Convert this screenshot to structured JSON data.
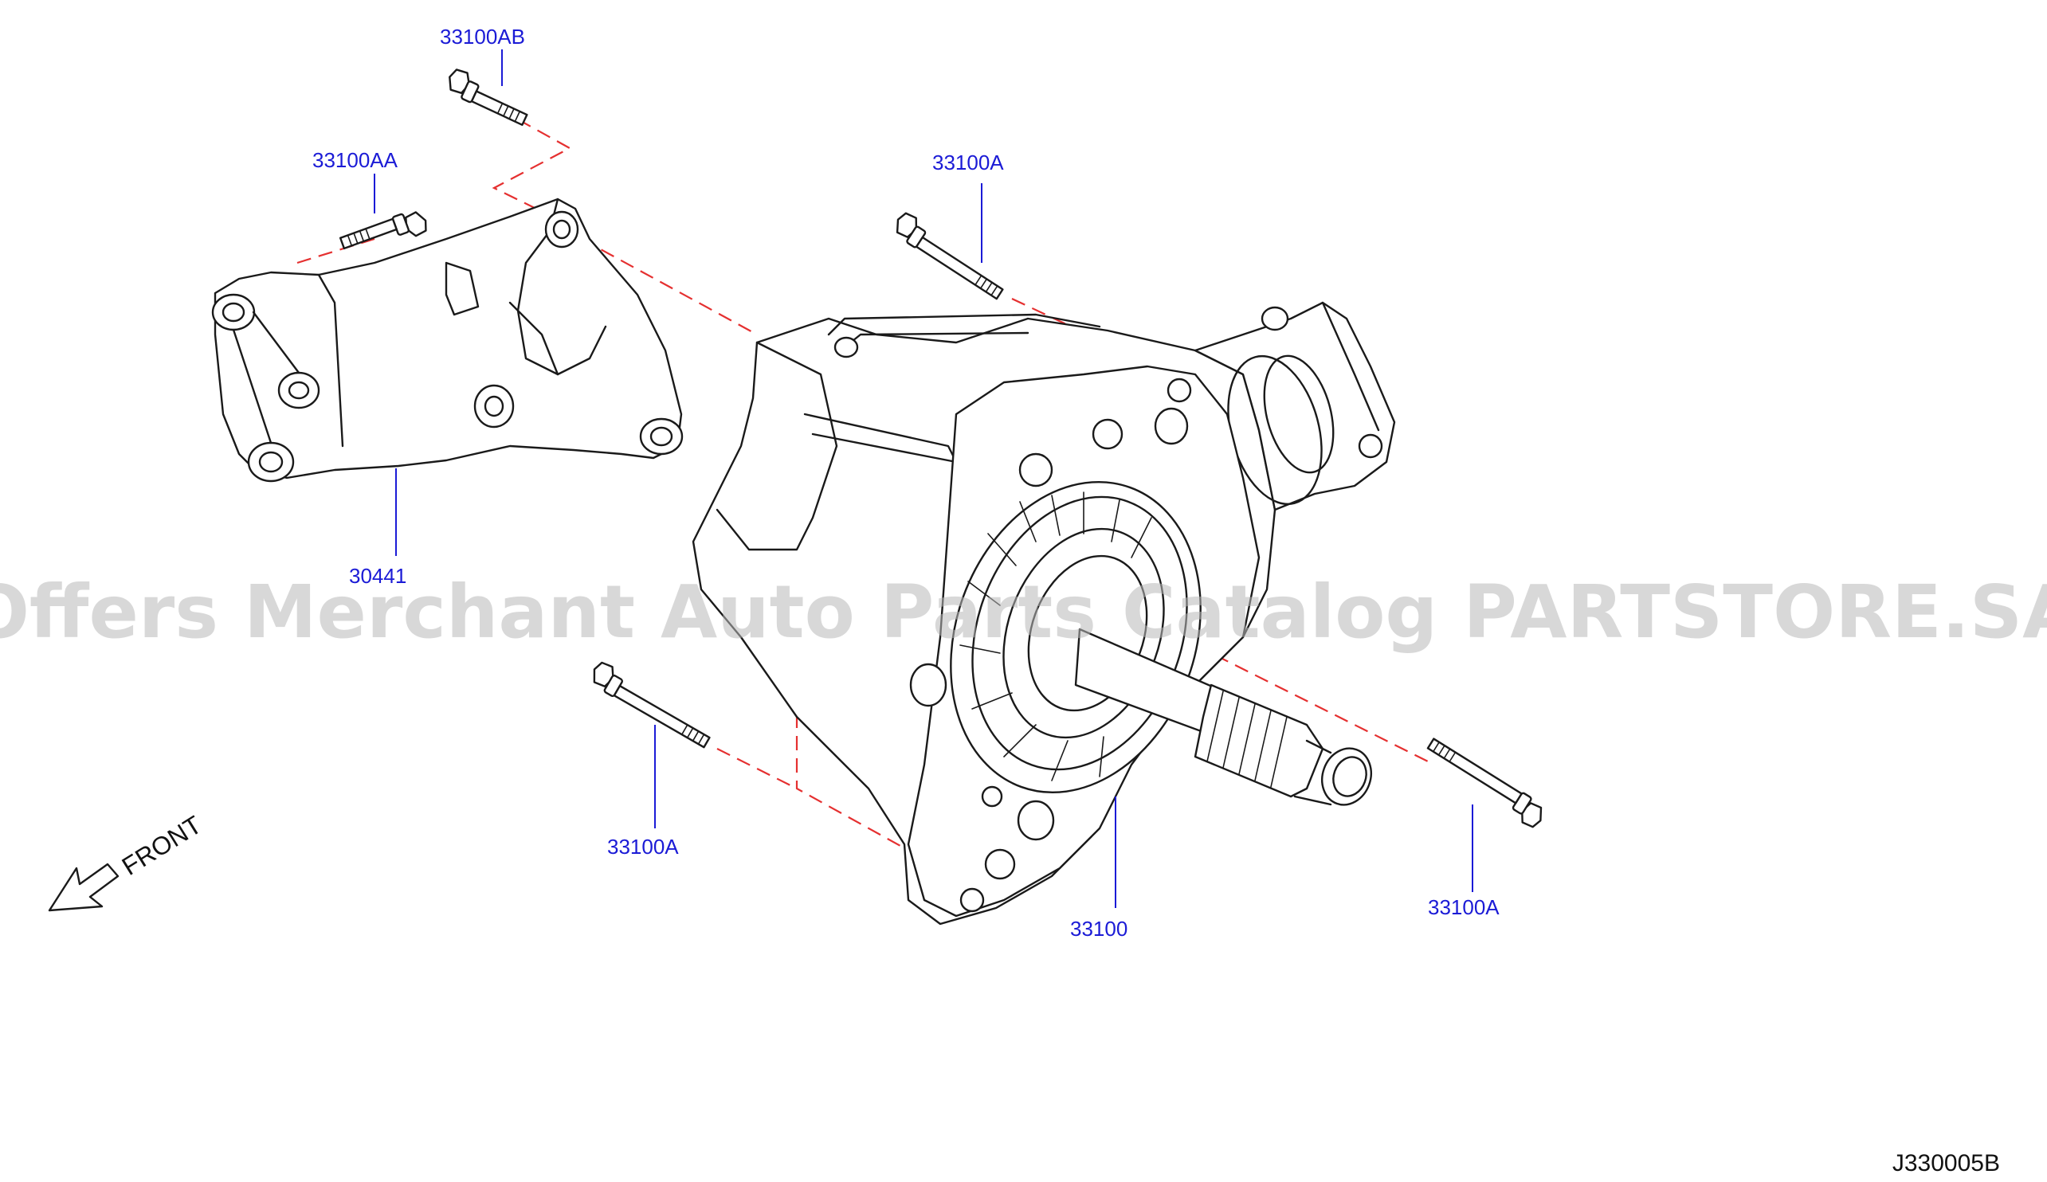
{
  "colors": {
    "part_label": "#1b1bd6",
    "leader_line": "#1b1bd6",
    "assembly_dash": "#e53030",
    "line_art": "#1a1a1a",
    "watermark": "#b9b9b9"
  },
  "labels": {
    "bolt_top": "33100AB",
    "bolt_bracket": "33100AA",
    "bolt_upper_right": "33100A",
    "bracket": "30441",
    "bolt_lower_left": "33100A",
    "transfer_case": "33100",
    "bolt_lower_right": "33100A"
  },
  "front_label": "FRONT",
  "watermark": "Offers Merchant Auto Parts Catalog PARTSTORE.SA",
  "diagram_code": "J330005B"
}
